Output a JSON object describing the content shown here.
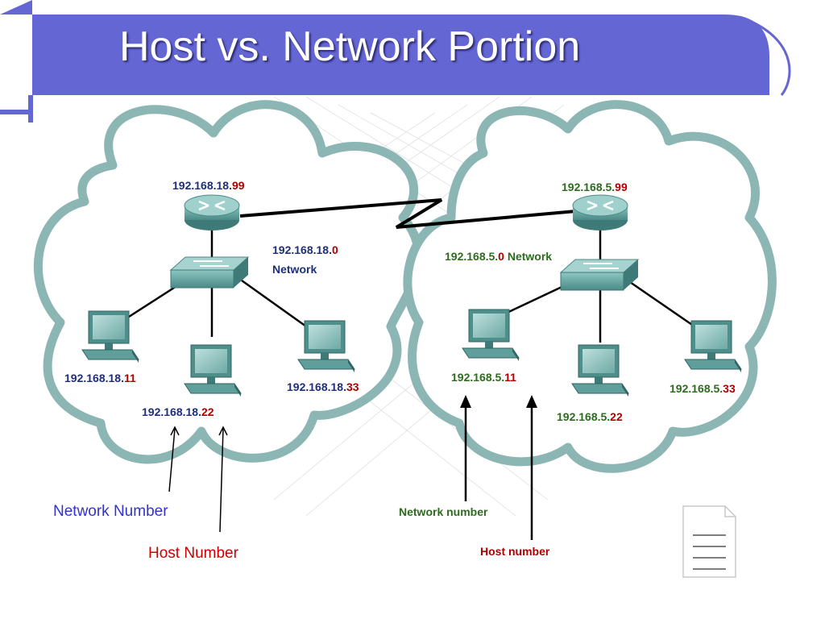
{
  "slide": {
    "title": "Host vs. Network Portion"
  },
  "colors": {
    "title_bar": "#6466d4",
    "cloud_stroke": "#8cb6b4",
    "device_teal": "#5f9e9b",
    "left_network_digits": "#1f2f7a",
    "right_network_digits": "#2e6b1e",
    "host_digits": "#b00000"
  },
  "left_cloud": {
    "router": {
      "net": "192.168.18.",
      "host": "99"
    },
    "network_label": {
      "net": "192.168.18.",
      "host": "0",
      "word": "Network"
    },
    "pc1": {
      "net": "192.168.18.",
      "host": "11"
    },
    "pc2": {
      "net": "192.168.18.",
      "host": "22"
    },
    "pc3": {
      "net": "192.168.18.",
      "host": "33"
    },
    "callout_network": "Network Number",
    "callout_host": "Host Number"
  },
  "right_cloud": {
    "router": {
      "net": "192.168.5.",
      "host": "99"
    },
    "network_label": {
      "net": "192.168.5.",
      "host": "0",
      "word": "Network"
    },
    "pc1": {
      "net": "192.168.5.",
      "host": "11"
    },
    "pc2": {
      "net": "192.168.5.",
      "host": "22"
    },
    "pc3": {
      "net": "192.168.5.",
      "host": "33"
    },
    "callout_network": "Network number",
    "callout_host": "Host number"
  },
  "icons": [
    "router-icon",
    "switch-icon",
    "computer-icon",
    "document-icon"
  ]
}
